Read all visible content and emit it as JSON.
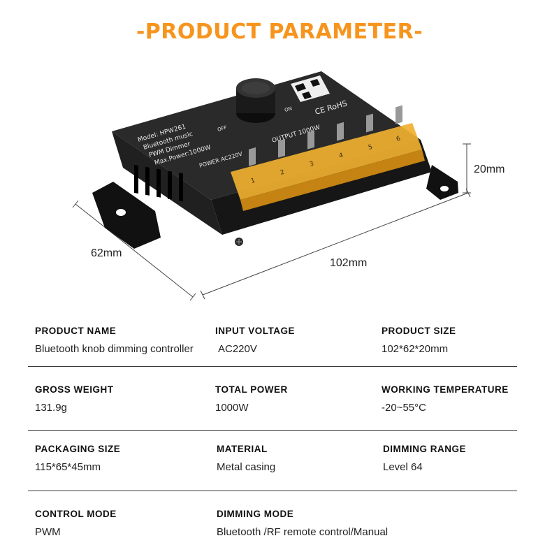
{
  "header": {
    "title": "-PRODUCT PARAMETER-"
  },
  "product_image": {
    "dimensions": {
      "height": "20mm",
      "width": "62mm",
      "length": "102mm"
    },
    "device_label": {
      "line1": "Model: HPW261",
      "line2": "Bluetooth music",
      "line3": "PWM Dimmer",
      "line4": "Max.Power:1000W",
      "off": "OFF",
      "on": "ON",
      "power": "POWER AC220V",
      "output": "OUTPUT 1000W",
      "cert": "CE RoHS",
      "terminals": [
        "1",
        "2",
        "3",
        "4",
        "5",
        "6"
      ]
    }
  },
  "specs": {
    "rows": [
      [
        {
          "label": "PRODUCT NAME",
          "value": "Bluetooth knob dimming controller"
        },
        {
          "label": "INPUT VOLTAGE",
          "value": "AC220V"
        },
        {
          "label": "PRODUCT SIZE",
          "value": "102*62*20mm"
        }
      ],
      [
        {
          "label": "GROSS WEIGHT",
          "value": "131.9g"
        },
        {
          "label": "TOTAL POWER",
          "value": "1000W"
        },
        {
          "label": "WORKING TEMPERATURE",
          "value": "-20~55°C"
        }
      ],
      [
        {
          "label": "PACKAGING SIZE",
          "value": "115*65*45mm"
        },
        {
          "label": "MATERIAL",
          "value": "Metal casing"
        },
        {
          "label": "DIMMING RANGE",
          "value": "Level 64"
        }
      ],
      [
        {
          "label": "CONTROL MODE",
          "value": "PWM"
        },
        {
          "label": "DIMMING MODE",
          "value": "Bluetooth /RF remote control/Manual"
        }
      ]
    ]
  },
  "colors": {
    "accent": "#f7941d",
    "device_body": "#1c1c1c",
    "terminal_cover": "#e8a41a"
  }
}
